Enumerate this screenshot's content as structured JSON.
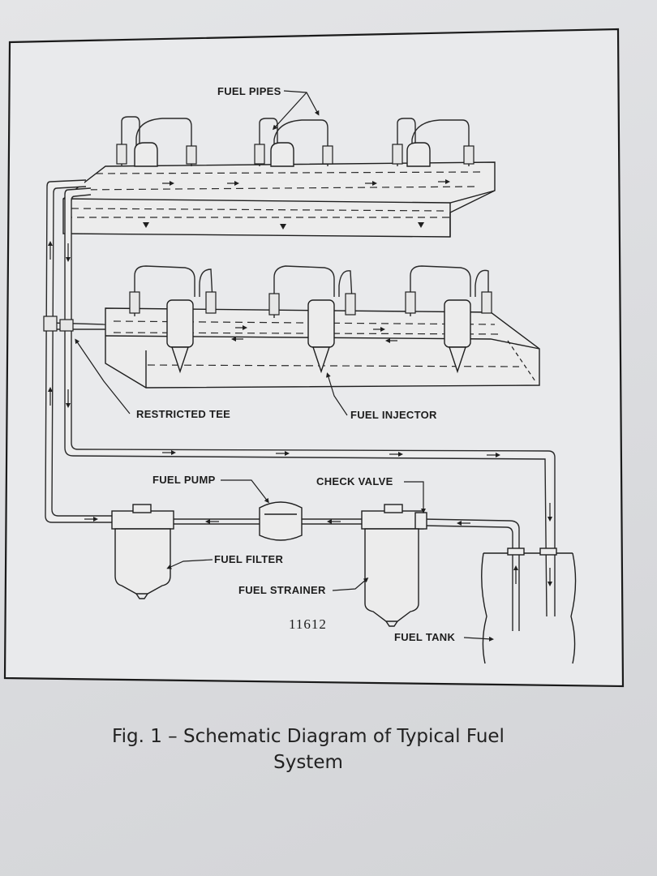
{
  "labels": {
    "fuel_pipes": "FUEL PIPES",
    "restricted_tee": "RESTRICTED TEE",
    "fuel_injector": "FUEL INJECTOR",
    "fuel_pump": "FUEL PUMP",
    "check_valve": "CHECK VALVE",
    "fuel_filter": "FUEL FILTER",
    "fuel_strainer": "FUEL STRAINER",
    "fuel_tank": "FUEL TANK"
  },
  "figure_number": "11612",
  "caption": {
    "line1": "Fig. 1 – Schematic Diagram of Typical Fuel",
    "line2": "System"
  }
}
